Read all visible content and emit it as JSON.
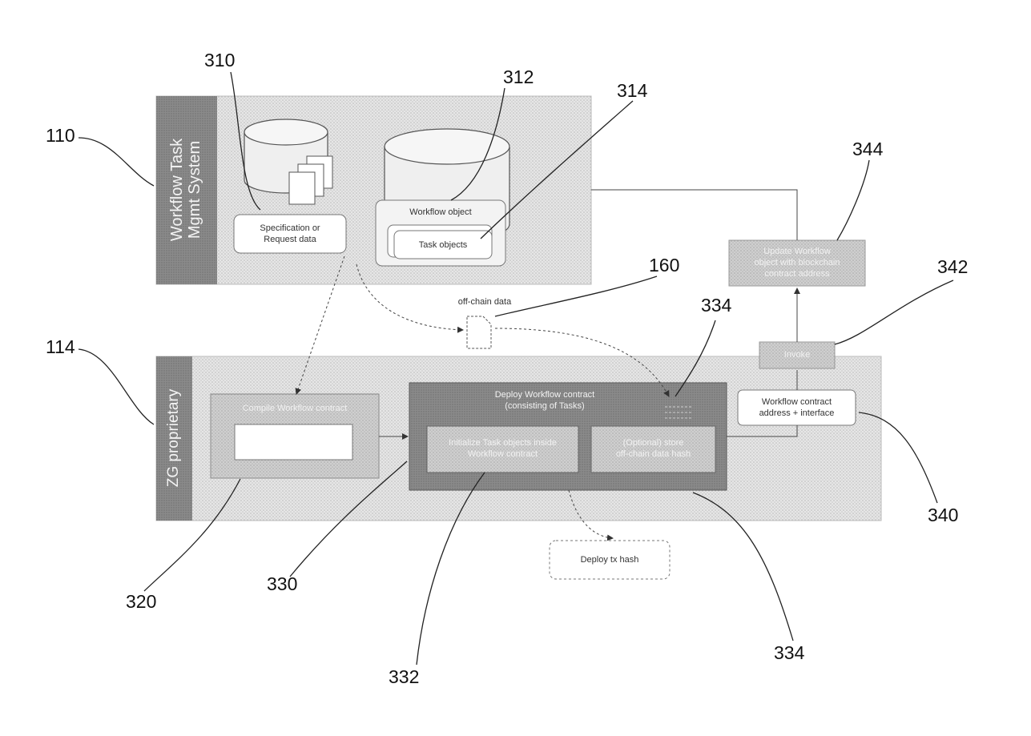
{
  "refs": {
    "r110": "110",
    "r114": "114",
    "r310": "310",
    "r312": "312",
    "r314": "314",
    "r344": "344",
    "r160": "160",
    "r342": "342",
    "r334a": "334",
    "r334b": "334",
    "r340": "340",
    "r320": "320",
    "r330": "330",
    "r332": "332"
  },
  "workflow_system": {
    "title_line1": "Workflow Task",
    "title_line2": "Mgmt System"
  },
  "zg_system": {
    "title": "ZG proprietary"
  },
  "boxes": {
    "spec_request": {
      "line1": "Specification or",
      "line2": "Request data"
    },
    "workflow_object": {
      "label": "Workflow object"
    },
    "task_objects": {
      "label": "Task objects"
    },
    "update_workflow": {
      "line1": "Update Workflow",
      "line2": "object with blockchain",
      "line3": "contract address"
    },
    "offchain_data": {
      "label": "off-chain data"
    },
    "invoke": {
      "label": "Invoke"
    },
    "workflow_contract": {
      "line1": "Workflow contract",
      "line2": "address + interface"
    },
    "compile": {
      "label": "Compile Workflow contract"
    },
    "deploy": {
      "line1": "Deploy Workflow contract",
      "line2": "(consisting of Tasks)"
    },
    "initialize": {
      "line1": "Initialize Task objects inside",
      "line2": "Workflow contract"
    },
    "optionally": {
      "line1": "(Optional) store",
      "line2": "off-chain data hash"
    },
    "deploy_tx": {
      "label": "Deploy tx hash"
    }
  }
}
